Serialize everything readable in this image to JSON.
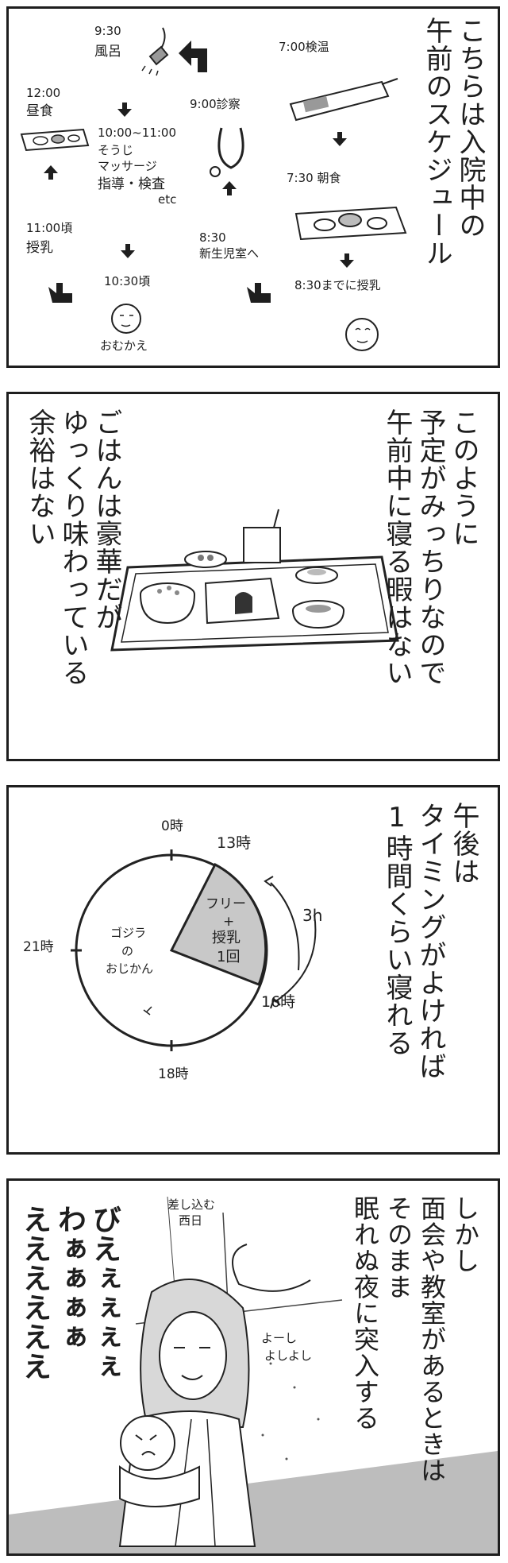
{
  "panel1": {
    "caption_lines": [
      "こちらは入院中の",
      "午前のスケジュール"
    ],
    "items": {
      "t0700": "7:00検温",
      "t0730": "7:30 朝食",
      "t0830": "8:30までに授乳",
      "t0830_nb_time": "8:30",
      "t0830_nb": "新生児室へ",
      "t0900": "9:00診察",
      "t0930_time": "9:30",
      "t0930": "風呂",
      "t1000_time": "10:00~11:00",
      "t1000_a": "そうじ",
      "t1000_b": "マッサージ",
      "t1000_c": "指導・検査",
      "t1000_d": "etc",
      "t1030_time": "10:30頃",
      "t1030": "おむかえ",
      "t1100_time": "11:00頃",
      "t1100": "授乳",
      "t1200_time": "12:00",
      "t1200": "昼食"
    }
  },
  "panel2": {
    "caption_right": [
      "このように",
      "予定がみっちりなので",
      "午前中に寝る暇はない"
    ],
    "caption_left": [
      "ごはんは豪華だが",
      "ゆっくり味わっている",
      "余裕はない"
    ]
  },
  "panel3": {
    "caption": [
      "午後は",
      "タイミングがよければ",
      "1時間くらい寝れる"
    ],
    "labels": {
      "h0": "0時",
      "h13": "13時",
      "h16": "16時",
      "h18": "18時",
      "h21": "21時",
      "duration": "3h",
      "free_1": "フリー",
      "free_2": "+",
      "free_3": "授乳",
      "free_4": "1回",
      "note_1": "ゴジラ",
      "note_2": "の",
      "note_3": "おじかん"
    }
  },
  "panel4": {
    "caption": [
      "しかし",
      "面会や教室があるときは",
      "そのまま",
      "眠れぬ夜に突入する"
    ],
    "sign_1": "差し込む",
    "sign_2": "西日",
    "soothe_1": "よーし",
    "soothe_2": "よしよし",
    "cry": [
      "びえぇぇぇぇ",
      "わぁぁぁぁ",
      "ええええええ"
    ]
  }
}
